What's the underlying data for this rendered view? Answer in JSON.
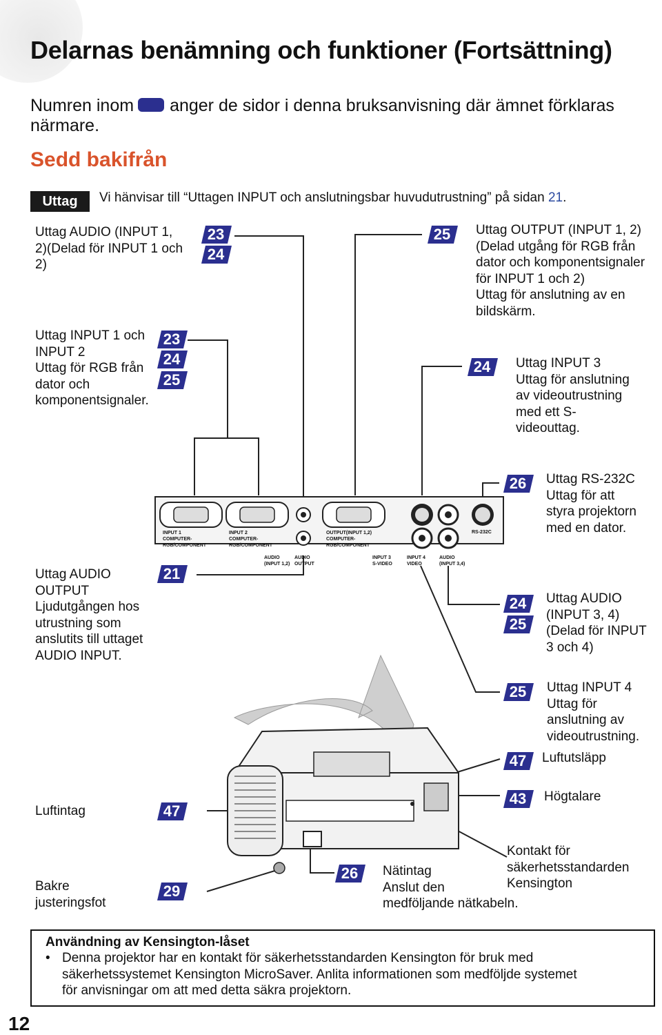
{
  "title": "Delarnas benämning och funktioner (Fortsättning)",
  "intro": {
    "before": "Numren inom",
    "after": "anger de sidor i denna bruksanvisning där ämnet förklaras närmare."
  },
  "section_title": "Sedd bakifrån",
  "tag": "Uttag",
  "reference": {
    "text": "Vi hänvisar till “Uttagen INPUT och anslutningsbar huvudutrustning” på sidan",
    "page": "21",
    "end": "."
  },
  "labels": {
    "audio12": [
      "Uttag AUDIO (INPUT 1,",
      "2)(Delad för INPUT 1 och",
      "2)"
    ],
    "input12": [
      "Uttag INPUT 1 och",
      "INPUT 2",
      "Uttag för RGB från",
      "dator och",
      "komponentsignaler."
    ],
    "output": [
      "Uttag OUTPUT (INPUT 1, 2)",
      "(Delad utgång för RGB från",
      "dator och komponentsignaler",
      "för INPUT 1 och 2)",
      "Uttag för anslutning av en",
      "bildskärm."
    ],
    "input3": [
      "Uttag INPUT 3",
      "Uttag för anslutning",
      "av videoutrustning",
      "med ett S-",
      "videouttag."
    ],
    "rs232": [
      "Uttag RS-232C",
      "Uttag för att",
      "styra projektorn",
      "med en dator."
    ],
    "audio_out": [
      "Uttag AUDIO",
      "OUTPUT",
      "Ljudutgången hos",
      "utrustning som",
      "anslutits till uttaget",
      "AUDIO INPUT."
    ],
    "audio34": [
      "Uttag AUDIO",
      "(INPUT 3, 4)",
      "(Delad för INPUT",
      "3 och 4)"
    ],
    "input4": [
      "Uttag INPUT 4",
      "Uttag för",
      "anslutning av",
      "videoutrustning."
    ],
    "exhaust": "Luftutsläpp",
    "intake": "Luftintag",
    "speaker": "Högtalare",
    "kensington": [
      "Kontakt för",
      "säkerhetsstandarden",
      "Kensington"
    ],
    "power": [
      "Nätintag",
      "Anslut den",
      "medföljande nätkabeln."
    ],
    "foot": [
      "Bakre",
      "justeringsfot"
    ]
  },
  "badges": {
    "audio12": [
      "23",
      "24"
    ],
    "input12": [
      "23",
      "24",
      "25"
    ],
    "output": [
      "25"
    ],
    "input3": [
      "24"
    ],
    "rs232": [
      "26"
    ],
    "audio_out": [
      "21"
    ],
    "audio34": [
      "24",
      "25"
    ],
    "input4": [
      "25"
    ],
    "exhaust": [
      "47"
    ],
    "intake": [
      "47"
    ],
    "speaker": [
      "43"
    ],
    "power": [
      "26"
    ],
    "foot": [
      "29"
    ]
  },
  "panel_labels": {
    "in1": "INPUT 1",
    "in1_sub": "COMPUTER-RGB/COMPONENT",
    "in2": "INPUT 2",
    "in2_sub": "COMPUTER-RGB/COMPONENT",
    "out": "OUTPUT(INPUT 1,2)",
    "out_sub": "COMPUTER-RGB/COMPONENT",
    "rs": "RS-232C",
    "audio_in": [
      "AUDIO",
      "(INPUT 1,2)"
    ],
    "audio_out": [
      "AUDIO",
      "OUTPUT"
    ],
    "in3": [
      "INPUT 3",
      "S-VIDEO"
    ],
    "in4": [
      "INPUT 4",
      "VIDEO"
    ],
    "audio34": [
      "AUDIO",
      "(INPUT 3,4)"
    ]
  },
  "note": {
    "title": "Användning av Kensington-låset",
    "bullet": "•",
    "lines": [
      "Denna projektor har en kontakt för säkerhetsstandarden Kensington för bruk med",
      "säkerhetssystemet Kensington MicroSaver. Anlita informationen som medföljde systemet",
      "för anvisningar om att med detta säkra projektorn."
    ]
  },
  "page_number": "12",
  "colors": {
    "badge": "#2b2f8f",
    "accent": "#d9532b",
    "link": "#2b4aa0"
  }
}
